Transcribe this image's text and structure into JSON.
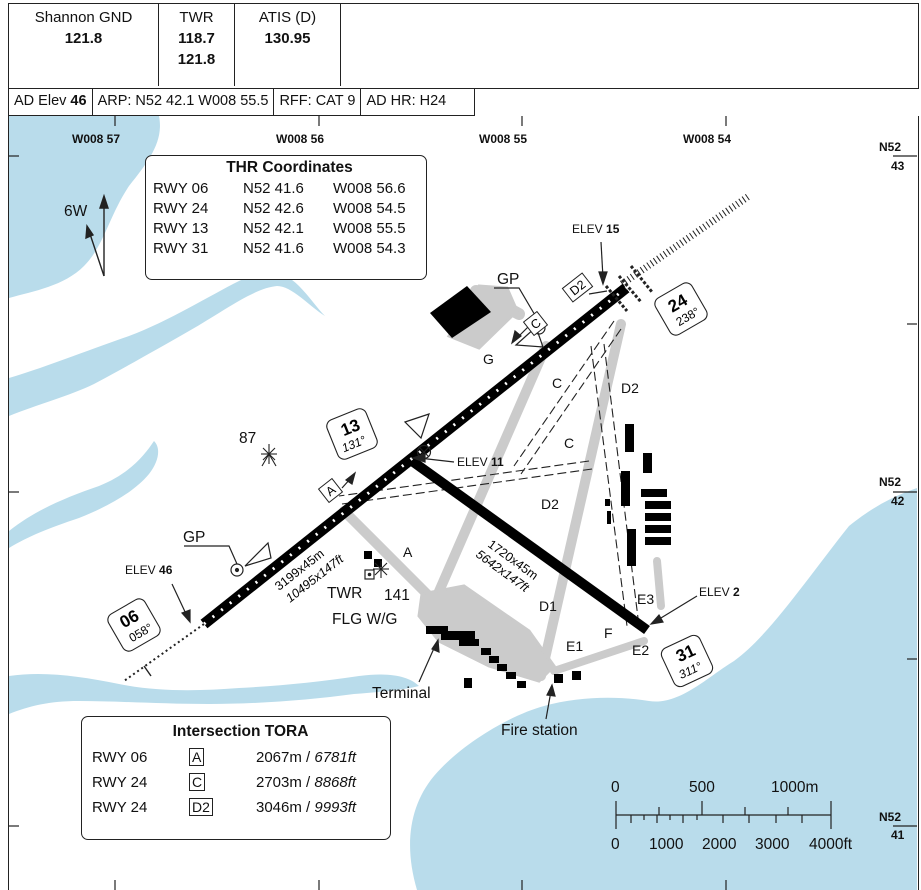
{
  "header": {
    "gnd": {
      "name": "Shannon GND",
      "freq": "121.8"
    },
    "twr": {
      "name": "TWR",
      "freq1": "118.7",
      "freq2": "121.8"
    },
    "atis": {
      "name": "ATIS (D)",
      "freq": "130.95"
    }
  },
  "info": {
    "elev_label": "AD Elev",
    "elev_value": "46",
    "arp": "ARP: N52 42.1 W008 55.5",
    "rff": "RFF: CAT  9",
    "hours": "AD HR: H24"
  },
  "grid": {
    "lon": [
      "W008  57",
      "W008  56",
      "W008  55",
      "W008  54"
    ],
    "lat": [
      {
        "deg": "N52",
        "min": "43"
      },
      {
        "deg": "N52",
        "min": "42"
      },
      {
        "deg": "N52",
        "min": "41"
      }
    ]
  },
  "thr_box": {
    "title": "THR Coordinates",
    "rows": [
      {
        "rwy": "RWY 06",
        "lat": "N52 41.6",
        "lon": "W008 56.6"
      },
      {
        "rwy": "RWY 24",
        "lat": "N52 42.6",
        "lon": "W008 54.5"
      },
      {
        "rwy": "RWY 13",
        "lat": "N52 42.1",
        "lon": "W008 55.5"
      },
      {
        "rwy": "RWY 31",
        "lat": "N52 41.6",
        "lon": "W008 54.3"
      }
    ]
  },
  "tora_box": {
    "title": "Intersection TORA",
    "rows": [
      {
        "rwy": "RWY 06",
        "twy": "A",
        "m": "2067m / ",
        "ft": "6781ft"
      },
      {
        "rwy": "RWY 24",
        "twy": "C",
        "m": "2703m / ",
        "ft": "8868ft"
      },
      {
        "rwy": "RWY 24",
        "twy": "D2",
        "m": "3046m / ",
        "ft": "9993ft"
      }
    ]
  },
  "variation": "6W",
  "runways": {
    "r06": {
      "num": "06",
      "hdg": "058°"
    },
    "r24": {
      "num": "24",
      "hdg": "238°"
    },
    "r13": {
      "num": "13",
      "hdg": "131°"
    },
    "r31": {
      "num": "31",
      "hdg": "311°"
    },
    "main_dim_m": "3199x45m",
    "main_dim_ft": "10495x147ft",
    "cross_dim_m": "1720x45m",
    "cross_dim_ft": "5642x147ft"
  },
  "elevations": {
    "elev_word": "ELEV",
    "e15": "15",
    "e11": "11",
    "e46": "46",
    "e2": "2"
  },
  "labels": {
    "gp": "GP",
    "twr": "TWR",
    "twr_height": "141",
    "flg": "FLG W/G",
    "terminal": "Terminal",
    "fire": "Fire station",
    "obstacle": "87"
  },
  "taxiways": {
    "a_box": "A",
    "c_box": "C",
    "d2_box": "D2",
    "g": "G",
    "c1": "C",
    "c2": "C",
    "d2a": "D2",
    "d2b": "D2",
    "a": "A",
    "d1": "D1",
    "e1": "E1",
    "e2": "E2",
    "e3": "E3",
    "f": "F"
  },
  "scale": {
    "m_labels": [
      "0",
      "500",
      "1000m"
    ],
    "ft_labels": [
      "0",
      "1000",
      "2000",
      "3000",
      "4000ft"
    ]
  },
  "colors": {
    "water": "#b9dceb",
    "taxiway": "#cbcbcb",
    "runway": "#000000"
  }
}
